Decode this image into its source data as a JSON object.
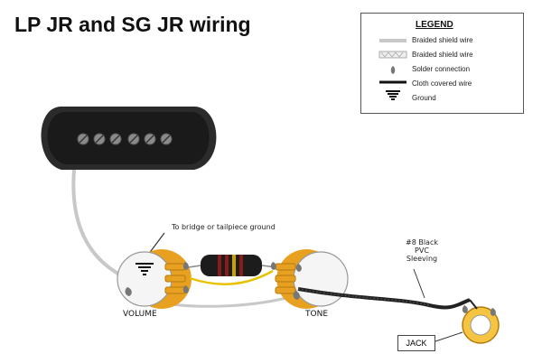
{
  "title": "LP JR and SG JR wiring",
  "legend": {
    "heading": "LEGEND",
    "items": [
      {
        "label": "Braided shield wire",
        "icon": "gray-wire-icon"
      },
      {
        "label": "Braided shield wire",
        "icon": "braided-wire-icon"
      },
      {
        "label": "Solder connection",
        "icon": "solder-blob-icon"
      },
      {
        "label": "Cloth covered wire",
        "icon": "cloth-wire-icon"
      },
      {
        "label": "Ground",
        "icon": "ground-symbol-icon"
      }
    ]
  },
  "labels": {
    "ground_note": "To bridge or tailpiece ground",
    "volume": "VOLUME",
    "tone": "TONE",
    "cable_line1": "#8 Black",
    "cable_line2": "PVC",
    "cable_line3": "Sleeving",
    "jack": "JACK"
  },
  "colors": {
    "shield_wire": "#c8c8c8",
    "cloth_wire": "#111111",
    "pot_lug": "#e8a020",
    "solder": "#777777",
    "jack_ring": "#f5c542",
    "capacitor_band": "#8b1a1a"
  }
}
